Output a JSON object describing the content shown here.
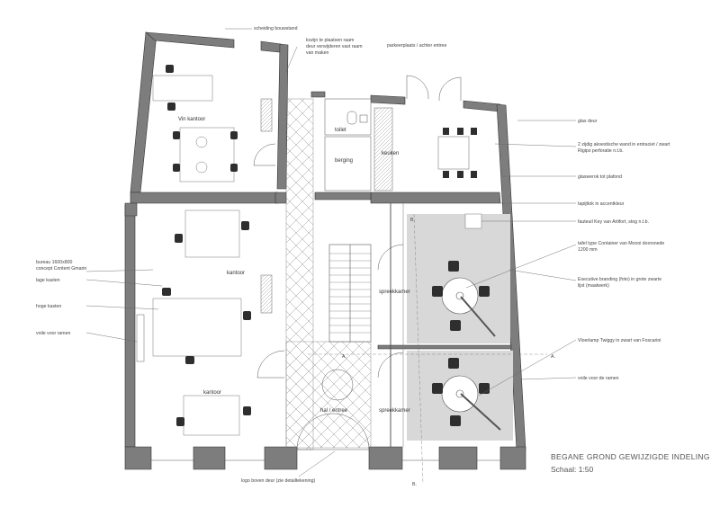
{
  "title": "BEGANE GROND GEWIJZIGDE INDELING",
  "scale": "Schaal: 1:50",
  "rooms": {
    "vin_kantoor": "Vin kantoor",
    "toilet": "toilet",
    "berging": "berging",
    "keuken": "keuken",
    "kantoor_1": "kantoor",
    "kantoor_2": "kantoor",
    "spreekkamer_1": "spreekkamer",
    "spreekkamer_2": "spreekkamer",
    "hal_entree": "hal / entree"
  },
  "annotations": {
    "top_1": "scheiding bouwstand",
    "top_2a": "kozijn te plaatsen raam",
    "top_2b": "deur verwijderen vast raam",
    "top_2c": "van maken",
    "top_3": "parkeerplaats / achter entree",
    "left_1a": "bureau 1600x800",
    "left_1b": "concept Content Gmarin",
    "left_2": "lage kasten",
    "left_3": "hoge kasten",
    "left_4": "voile voor ramen",
    "right_1": "glas deur",
    "right_2a": "2 zijdig akoestische wand in entraciet / zwart",
    "right_2b": "Rigips perforatie n.t.b.",
    "right_3": "glaswerok tot plafond",
    "right_4": "tapijttok in accentkleur",
    "right_5": "fauteuil Key van Artifort, stog n.t.b.",
    "right_6a": "tafel type Container van Moooi doorsnede",
    "right_6b": "1200 mm",
    "right_7a": "Executive branding (foto) in grote zwarte",
    "right_7b": "lijst (maatwerk)",
    "right_8": "Vloerlamp Twiggy in zwart van Foscarini",
    "right_9": "voile voor de ramen",
    "bottom_1": "logo boven deur (zie detailtekening)"
  },
  "section_marks": {
    "a_top": "A.",
    "a_bottom": "A.",
    "a_right": "A.",
    "b_top": "B.",
    "b_bottom": "B."
  }
}
